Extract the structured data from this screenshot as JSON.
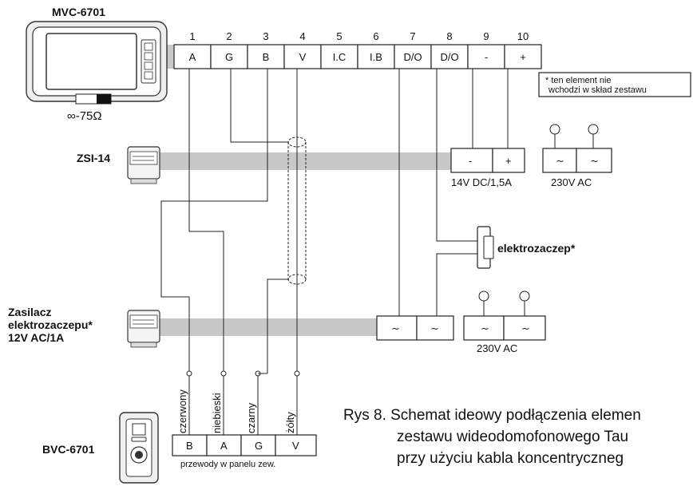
{
  "devices": {
    "monitor": "MVC-6701",
    "zsi": "ZSI-14",
    "zasilacz": [
      "Zasilacz",
      "elektrozaczepu*",
      "12V AC/1A"
    ],
    "panel": "BVC-6701"
  },
  "impedance_label": "∞-75Ω",
  "terminals": {
    "numbers": [
      "1",
      "2",
      "3",
      "4",
      "5",
      "6",
      "7",
      "8",
      "9",
      "10"
    ],
    "labels": [
      "A",
      "G",
      "B",
      "V",
      "I.C",
      "I.B",
      "D/O",
      "D/O",
      "-",
      "+"
    ]
  },
  "note": [
    "* ten element nie",
    "wchodzi w skład zestawu"
  ],
  "psu_terminals": [
    "-",
    "+"
  ],
  "psu_label": "14V DC/1,5A",
  "ac_symbol": "∼",
  "ac_label_top": "230V AC",
  "ac_label_bottom": "230V AC",
  "strike_label": "elektrozaczep*",
  "panel_wires": [
    "czerwony",
    "niebieski",
    "czarny",
    "żółty"
  ],
  "panel_terminals": [
    "B",
    "A",
    "G",
    "V"
  ],
  "panel_caption": "przewody w panelu zew.",
  "caption": [
    "Rys 8. Schemat ideowy podłączenia elemen",
    "zestawu wideodomofonowego Tau",
    "przy użyciu kabla koncentryczneg"
  ]
}
